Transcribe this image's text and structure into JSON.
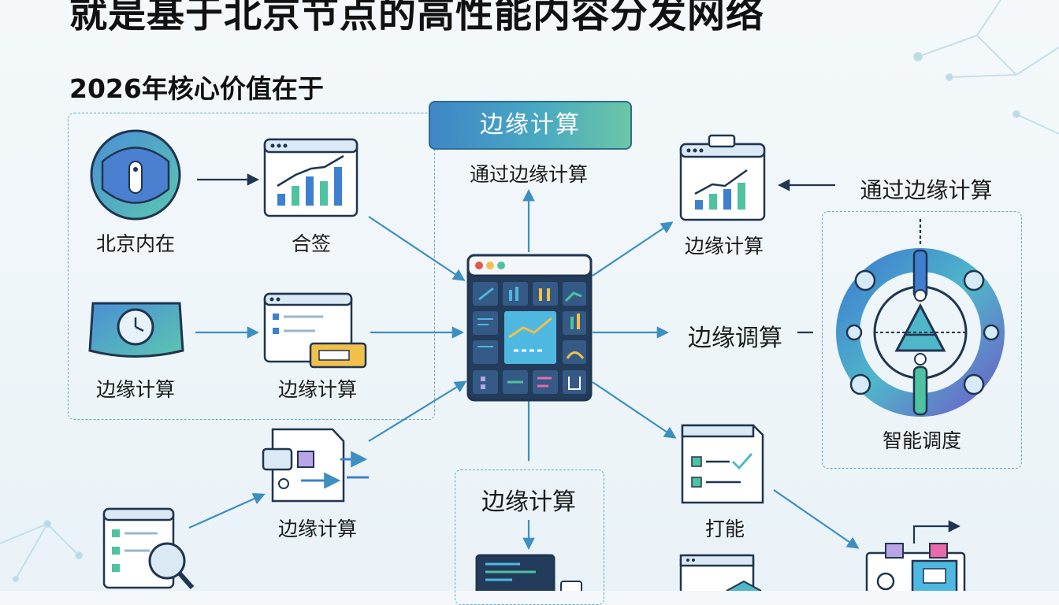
{
  "title": "就是基于北京节点的高性能内容分发网络",
  "subtitle": "2026年核心价值在于",
  "top_banner": "边缘计算",
  "labels": {
    "beijing": "北京内在",
    "hejian": "合签",
    "edge_left": "边缘计算",
    "edge_doc": "边缘计算",
    "edge_bottom_mid": "边缘计算",
    "through_top": "通过边缘计算",
    "edge_right_chart": "边缘计算",
    "through_right": "通过边缘计算",
    "edge_schedule": "边缘调算",
    "smart_schedule": "智能调度",
    "dashed_box_center": "边缘计算",
    "daneng": "打能"
  },
  "colors": {
    "arrow": "#3d8fc0",
    "dark_outline": "#1f3550",
    "accent_blue": "#3f7fd0",
    "accent_green": "#4fc2a0",
    "dashed": "#6aa9c7"
  },
  "icons": [
    "shield-person-icon",
    "chart-window-icon",
    "clock-tray-icon",
    "list-doc-icon",
    "chat-doc-icon",
    "search-list-icon",
    "dashboard-hub-icon",
    "chart-doc-icon",
    "network-ring-icon",
    "checklist-doc-icon",
    "laptop-icon",
    "server-icon"
  ]
}
